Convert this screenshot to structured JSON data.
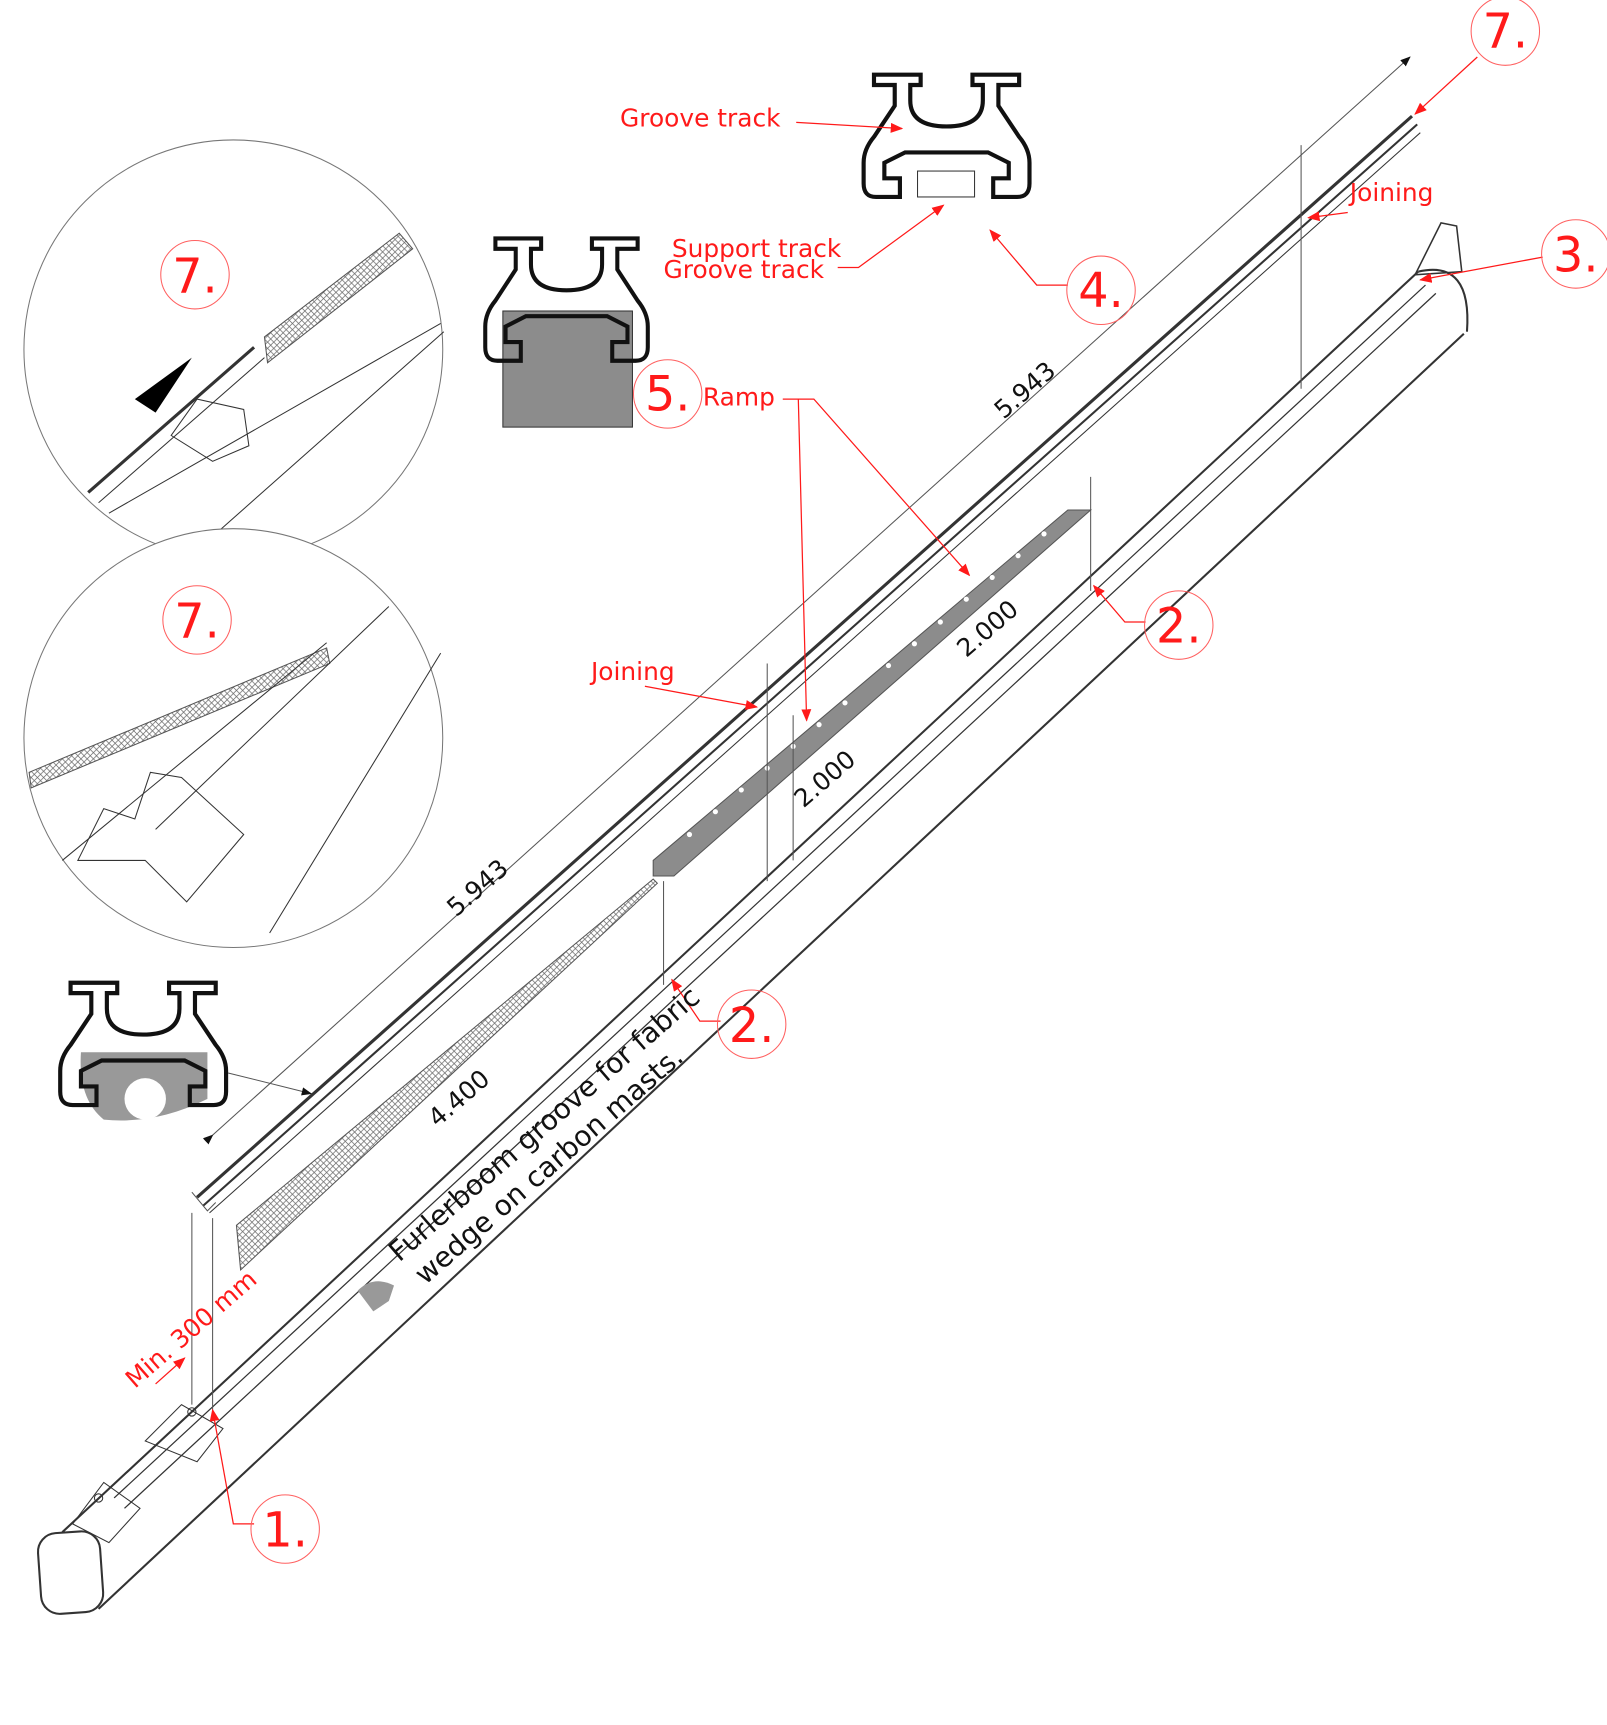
{
  "labels": {
    "groove_track_top": "Groove track",
    "support_track": "Support track",
    "groove_track_mid": "Groove track",
    "ramp": "Ramp",
    "joining_top": "Joining",
    "joining_mid": "Joining",
    "min_300": "Min. 300 mm"
  },
  "callouts": {
    "c7_top": "7.",
    "c3": "3.",
    "c4": "4.",
    "c5": "5.",
    "c2_upper": "2.",
    "c2_lower": "2.",
    "c1": "1.",
    "c7_detail_a": "7.",
    "c7_detail_b": "7."
  },
  "dimensions": {
    "track_upper": "5.943",
    "track_lower": "5.943",
    "ramp_upper": "2.000",
    "ramp_lower": "2.000",
    "fabric": "4.400"
  },
  "note": {
    "line1": "Furlerboom groove for fabric",
    "line2": "wedge on carbon masts."
  },
  "colors": {
    "callout": "#ff1a1a",
    "ramp": "#8c8c8c"
  }
}
